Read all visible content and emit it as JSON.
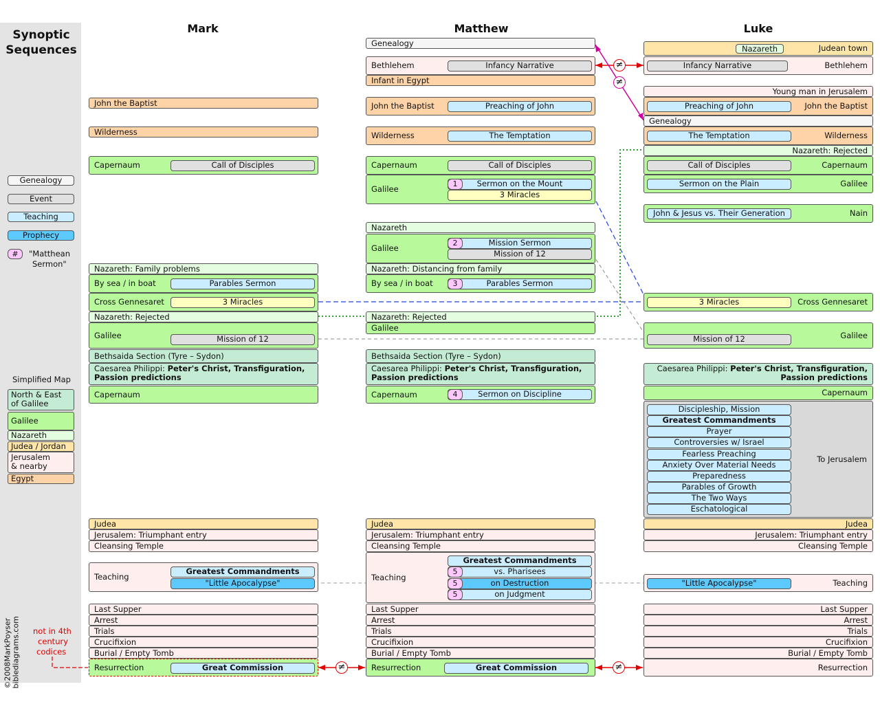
{
  "title_lines": [
    "Synoptic",
    "Sequences"
  ],
  "columns": {
    "mark": "Mark",
    "matthew": "Matthew",
    "luke": "Luke"
  },
  "legend": {
    "genealogy": "Genealogy",
    "event": "Event",
    "teaching": "Teaching",
    "prophecy": "Prophecy",
    "hash": "#",
    "matthean_1": "\"Matthean",
    "matthean_2": "Sermon\""
  },
  "map": {
    "title": "Simplified Map",
    "north_east_1": "North & East",
    "north_east_2": "of Galilee",
    "galilee": "Galilee",
    "nazareth": "Nazareth",
    "judea": "Judea / Jordan",
    "jerusalem_1": "Jerusalem",
    "jerusalem_2": "& nearby",
    "egypt": "Egypt"
  },
  "credit": {
    "copyright": "©2008MarkPoyser",
    "site": "biblediagrams.com"
  },
  "note": {
    "l1": "not in 4th",
    "l2": "century",
    "l3": "codices"
  },
  "ne_symbol": "≠",
  "colors": {
    "galilee": "#b7f99b",
    "nazareth": "#e4fde0",
    "north_east": "#c4ecd4",
    "judea": "#ffe6a8",
    "jerusalem": "#ffeeee",
    "egypt": "#ffd3a8",
    "teaching": "#caeeff",
    "prophecy": "#5ccaff",
    "miracle": "#ffffc0",
    "event": "#e0e0e0",
    "matthean": "#ffc8ff"
  },
  "mark": {
    "john": "John the Baptist",
    "wild": "Wilderness",
    "cap1": "Capernaum",
    "call": "Call of Disciples",
    "naz_fam": "Nazareth: Family problems",
    "sea": "By sea / in  boat",
    "parables": "Parables Sermon",
    "cross": "Cross Gennesaret",
    "miracles": "3 Miracles",
    "naz_rej": "Nazareth: Rejected",
    "galilee": "Galilee",
    "mission": "Mission of 12",
    "bethsaida": "Bethsaida Section  (Tyre – Sydon)",
    "caesarea_1": "Caesarea Philippi: ",
    "caesarea_2": "Peter's Christ, Transfiguration,",
    "caesarea_3": "Passion predictions",
    "cap2": "Capernaum",
    "judea": "Judea",
    "triumph": "Jerusalem: Triumphant entry",
    "cleansing": "Cleansing Temple",
    "teaching": "Teaching",
    "gc": "Greatest Commandments",
    "little": "\"Little Apocalypse\"",
    "supper": "Last Supper",
    "arrest": "Arrest",
    "trials": "Trials",
    "cruc": "Crucifixion",
    "burial": "Burial / Empty Tomb",
    "resurrection": "Resurrection",
    "commission": "Great Commission"
  },
  "matthew": {
    "genealogy": "Genealogy",
    "bethlehem": "Bethlehem",
    "infancy": "Infancy Narrative",
    "egypt": "Infant in Egypt",
    "john": "John the Baptist",
    "preaching": "Preaching of John",
    "wild": "Wilderness",
    "temptation": "The Temptation",
    "cap1": "Capernaum",
    "call": "Call of Disciples",
    "galilee1": "Galilee",
    "n1": "1",
    "mount": "Sermon on the Mount",
    "miracles1": "3 Miracles",
    "nazareth": "Nazareth",
    "galilee2": "Galilee",
    "n2": "2",
    "mission_sermon": "Mission Sermon",
    "mission": "Mission of 12",
    "distancing": "Nazareth: Distancing from family",
    "sea": "By sea / in  boat",
    "n3": "3",
    "parables": "Parables Sermon",
    "naz_rej": "Nazareth: Rejected",
    "galilee3": "Galilee",
    "bethsaida": "Bethsaida Section  (Tyre – Sydon)",
    "caesarea_1": "Caesarea Philippi: ",
    "caesarea_2": "Peter's Christ, Transfiguration,",
    "caesarea_3": "Passion predictions",
    "cap2": "Capernaum",
    "n4": "4",
    "discipline": "Sermon on Discipline",
    "judea": "Judea",
    "triumph": "Jerusalem: Triumphant entry",
    "cleansing": "Cleansing Temple",
    "teaching": "Teaching",
    "gc": "Greatest Commandments",
    "n5": "5",
    "pharisees": "vs. Pharisees",
    "destruction": "on Destruction",
    "judgment": "on Judgment",
    "supper": "Last Supper",
    "arrest": "Arrest",
    "trials": "Trials",
    "cruc": "Crucifixion",
    "burial": "Burial / Empty Tomb",
    "resurrection": "Resurrection",
    "commission": "Great Commission"
  },
  "luke": {
    "nazareth": "Nazareth",
    "judean": "Judean town",
    "infancy": "Infancy Narrative",
    "bethlehem": "Bethlehem",
    "young": "Young man in Jerusalem",
    "preaching": "Preaching of John",
    "john": "John the Baptist",
    "genealogy": "Genealogy",
    "temptation": "The Temptation",
    "wild": "Wilderness",
    "naz_rej": "Nazareth: Rejected",
    "call": "Call of Disciples",
    "cap1": "Capernaum",
    "plain": "Sermon on the Plain",
    "galilee1": "Galilee",
    "generation": "John & Jesus vs. Their Generation",
    "nain": "Nain",
    "miracles": "3 Miracles",
    "cross": "Cross Gennesaret",
    "mission": "Mission of 12",
    "galilee2": "Galilee",
    "caesarea_1": "Caesarea Philippi: ",
    "caesarea_2": "Peter's Christ, Transfiguration,",
    "caesarea_3": "Passion predictions",
    "cap2": "Capernaum",
    "to_jerusalem": "To Jerusalem",
    "journey": [
      "Discipleship, Mission",
      "Greatest Commandments",
      "Prayer",
      "Controversies w/ Israel",
      "Fearless Preaching",
      "Anxiety Over Material Needs",
      "Preparedness",
      "Parables of Growth",
      "The Two Ways",
      "Eschatological"
    ],
    "judea": "Judea",
    "triumph": "Jerusalem: Triumphant entry",
    "cleansing": "Cleansing Temple",
    "little": "\"Little Apocalypse\"",
    "teaching": "Teaching",
    "supper": "Last Supper",
    "arrest": "Arrest",
    "trials": "Trials",
    "cruc": "Crucifixion",
    "burial": "Burial / Empty Tomb",
    "resurrection": "Resurrection"
  }
}
